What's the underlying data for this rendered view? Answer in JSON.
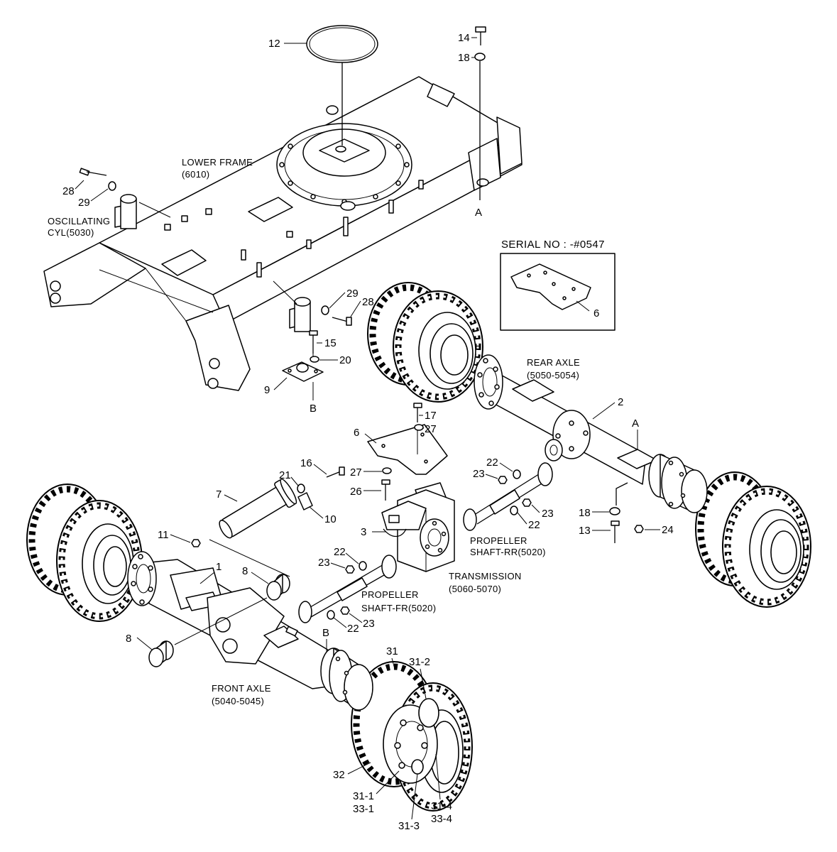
{
  "labels": {
    "lower_frame": {
      "name": "LOWER FRAME",
      "code": "(6010)"
    },
    "oscillating_cyl": {
      "line1": "OSCILLATING",
      "line2": "CYL(5030)"
    },
    "serial_box": {
      "title": "SERIAL NO : -#0547",
      "callout": "6"
    },
    "rear_axle": {
      "name": "REAR AXLE",
      "code": "(5050-5054)"
    },
    "propeller_rr": {
      "line1": "PROPELLER",
      "line2": "SHAFT-RR(5020)"
    },
    "transmission": {
      "name": "TRANSMISSION",
      "code": "(5060-5070)"
    },
    "propeller_fr": {
      "line1": "PROPELLER",
      "line2": "SHAFT-FR(5020)"
    },
    "front_axle": {
      "name": "FRONT AXLE",
      "code": "(5040-5045)"
    }
  },
  "callouts": [
    "12",
    "14",
    "18",
    "A",
    "28",
    "29",
    "29",
    "28",
    "15",
    "20",
    "9",
    "B",
    "2",
    "17",
    "27",
    "6",
    "A",
    "16",
    "21",
    "27",
    "26",
    "7",
    "10",
    "22",
    "23",
    "23",
    "22",
    "3",
    "18",
    "24",
    "13",
    "11",
    "1",
    "8",
    "22",
    "23",
    "22",
    "23",
    "8",
    "B",
    "31",
    "31-2",
    "32",
    "31-1",
    "33-1",
    "31-4",
    "33-4",
    "31-3"
  ]
}
